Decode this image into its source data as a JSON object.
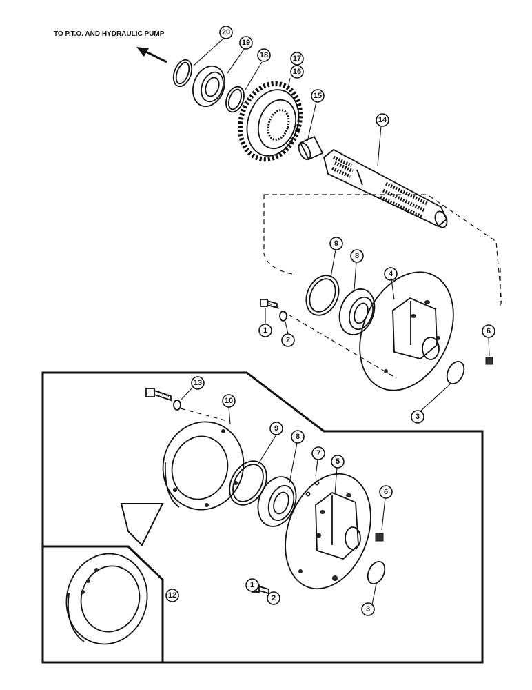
{
  "heading": "TO P.T.O. AND HYDRAULIC PUMP",
  "callouts": {
    "c20": "20",
    "c19": "19",
    "c18": "18",
    "c17": "17",
    "c16": "16",
    "c15": "15",
    "c14": "14",
    "c9a": "9",
    "c8a": "8",
    "c4": "4",
    "c1a": "1",
    "c2a": "2",
    "c6a": "6",
    "c3a": "3",
    "c13": "13",
    "c10": "10",
    "c9b": "9",
    "c8b": "8",
    "c7": "7",
    "c5": "5",
    "c6b": "6",
    "c1b": "1",
    "c2b": "2",
    "c3b": "3",
    "c12": "12"
  },
  "colors": {
    "line": "#111111",
    "background": "#ffffff"
  }
}
